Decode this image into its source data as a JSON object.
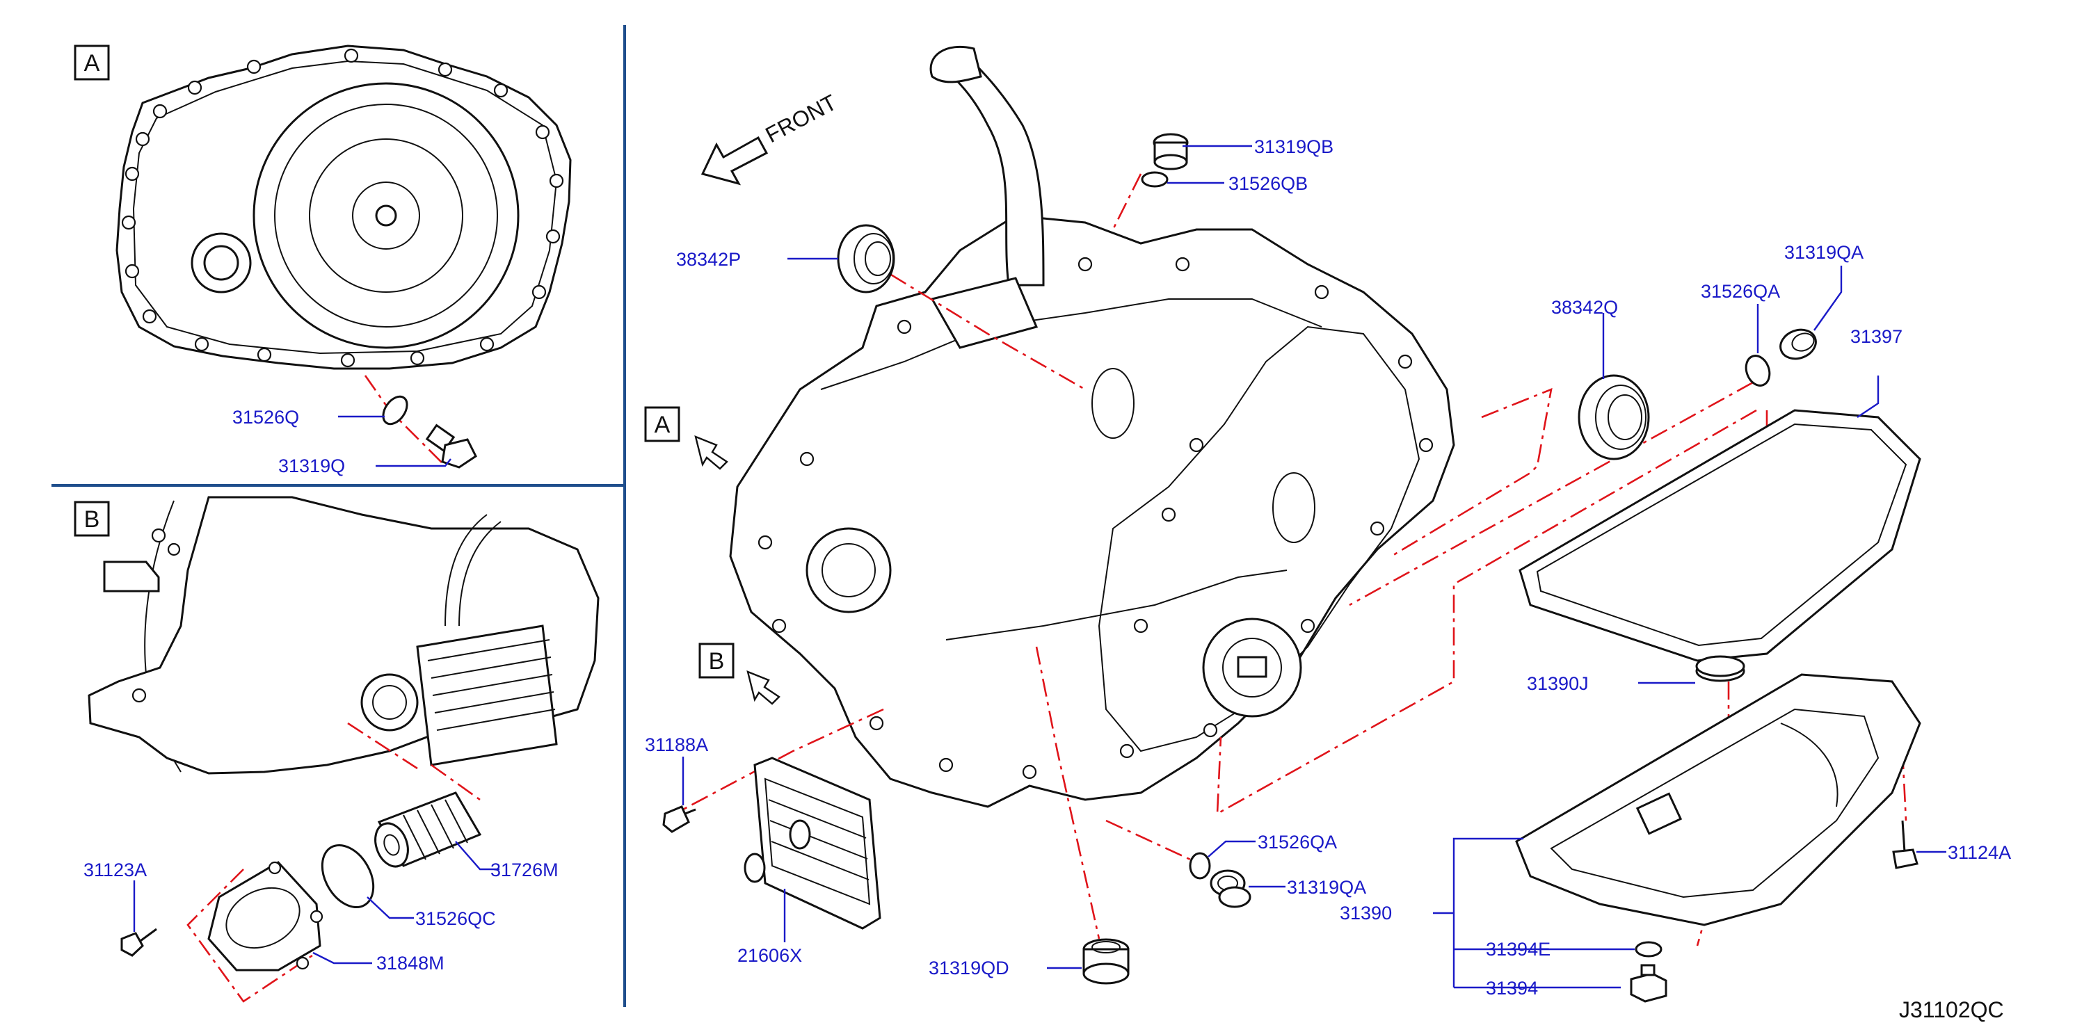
{
  "diagram_code": "J31102QC",
  "front_label": "FRONT",
  "views": {
    "a": {
      "letter": "A"
    },
    "b": {
      "letter": "B"
    },
    "main_a": {
      "letter": "A"
    },
    "main_b": {
      "letter": "B"
    }
  },
  "labels": {
    "p31526Q": "31526Q",
    "p31319Q": "31319Q",
    "p31123A": "31123A",
    "p31726M": "31726M",
    "p31526QC": "31526QC",
    "p31848M": "31848M",
    "p31319QB": "31319QB",
    "p31526QB": "31526QB",
    "p38342P": "38342P",
    "p38342Q": "38342Q",
    "p31526QA_top": "31526QA",
    "p31319QA_top": "31319QA",
    "p31397": "31397",
    "p31390J": "31390J",
    "p31188A": "31188A",
    "p31526QA_bottom": "31526QA",
    "p31319QA_bottom": "31319QA",
    "p31390": "31390",
    "p31124A": "31124A",
    "p31394E": "31394E",
    "p31394": "31394",
    "p21606X": "21606X",
    "p31319QD": "31319QD"
  },
  "colors": {
    "callout": "#1a1ac8",
    "reference_line": "#e0141a",
    "divider": "#1f4e8c",
    "linework": "#111111"
  }
}
